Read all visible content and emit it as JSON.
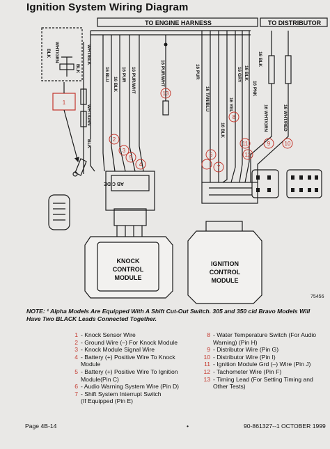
{
  "title": "Ignition System Wiring Diagram",
  "headers": {
    "engine_harness": "TO ENGINE HARNESS",
    "distributor": "TO DISTRIBUTOR"
  },
  "wire_labels": {
    "blk_box": "BLK",
    "whtgrn_box": "WHT/GRN",
    "blk_box2": "BLK",
    "whtblk": "WHT/BLK",
    "blu16": "16 BLU",
    "pur16": "16 PUR",
    "blk16": "16 BLK",
    "purwht16a": "16 PUR/WHT",
    "purwht16b": "16 PUR/WHT",
    "pur16r": "16 PUR",
    "tanblu16": "16 TAN/BLU",
    "blk16r": "16 BLK",
    "yel16": "16 YEL",
    "gry16": "16 GRY",
    "blk16r2": "16 BLK",
    "pnk16": "16 PNK",
    "blk16d": "16 BLK",
    "whtgrn16": "16 WHT/GRN",
    "whtred16": "16 WHT/RED",
    "whtgrn_l": "WHT/GRN",
    "blk_l": "BLK",
    "connector_letters": "AB C DE",
    "figure_number": "75456"
  },
  "callouts": [
    "1",
    "2",
    "3",
    "4",
    "5",
    "6",
    "7",
    "8",
    "9",
    "10",
    "11",
    "12",
    "13"
  ],
  "modules": {
    "knock": [
      "KNOCK",
      "CONTROL",
      "MODULE"
    ],
    "ignition": [
      "IGNITION",
      "CONTROL",
      "MODULE"
    ]
  },
  "note": "NOTE: ¹ Alpha Models Are Equipped With A Shift Cut-Out Switch. 305 and 350 cid Bravo Models Will Have Two BLACK Leads Connected Together.",
  "legend_left": [
    {
      "n": "1",
      "t": "- Knock Sensor Wire"
    },
    {
      "n": "2",
      "t": "- Ground Wire (–) For Knock Module"
    },
    {
      "n": "3",
      "t": "- Knock Module Signal Wire"
    },
    {
      "n": "4",
      "t": "- Battery (+) Positive Wire To Knock\n  Module"
    },
    {
      "n": "5",
      "t": "- Battery (+) Positive Wire To Ignition\n  Module(Pin C)"
    },
    {
      "n": "6",
      "t": "- Audio Warning System Wire (Pin D)"
    },
    {
      "n": "7",
      "t": "- Shift System Interrupt  Switch\n  (If Equipped (Pin E)"
    }
  ],
  "legend_right": [
    {
      "n": "8",
      "t": "- Water Temperature Switch (For Audio\n  Warning) (Pin H)"
    },
    {
      "n": "9",
      "t": "- Distributor Wire (Pin G)"
    },
    {
      "n": "10",
      "t": "- Distributor Wire (Pin I)"
    },
    {
      "n": "11",
      "t": "- Ignition Module Grd (–) Wire (Pin J)"
    },
    {
      "n": "12",
      "t": "- Tachometer Wire (Pin F)"
    },
    {
      "n": "13",
      "t": "- Timing Lead (For Setting Timing and\n  Other Tests)"
    }
  ],
  "footer": {
    "left": "Page 4B-14",
    "center": "•",
    "right": "90-861327--1  OCTOBER 1999"
  },
  "colors": {
    "callout": "#c4362c",
    "ink": "#1a1a1a"
  }
}
